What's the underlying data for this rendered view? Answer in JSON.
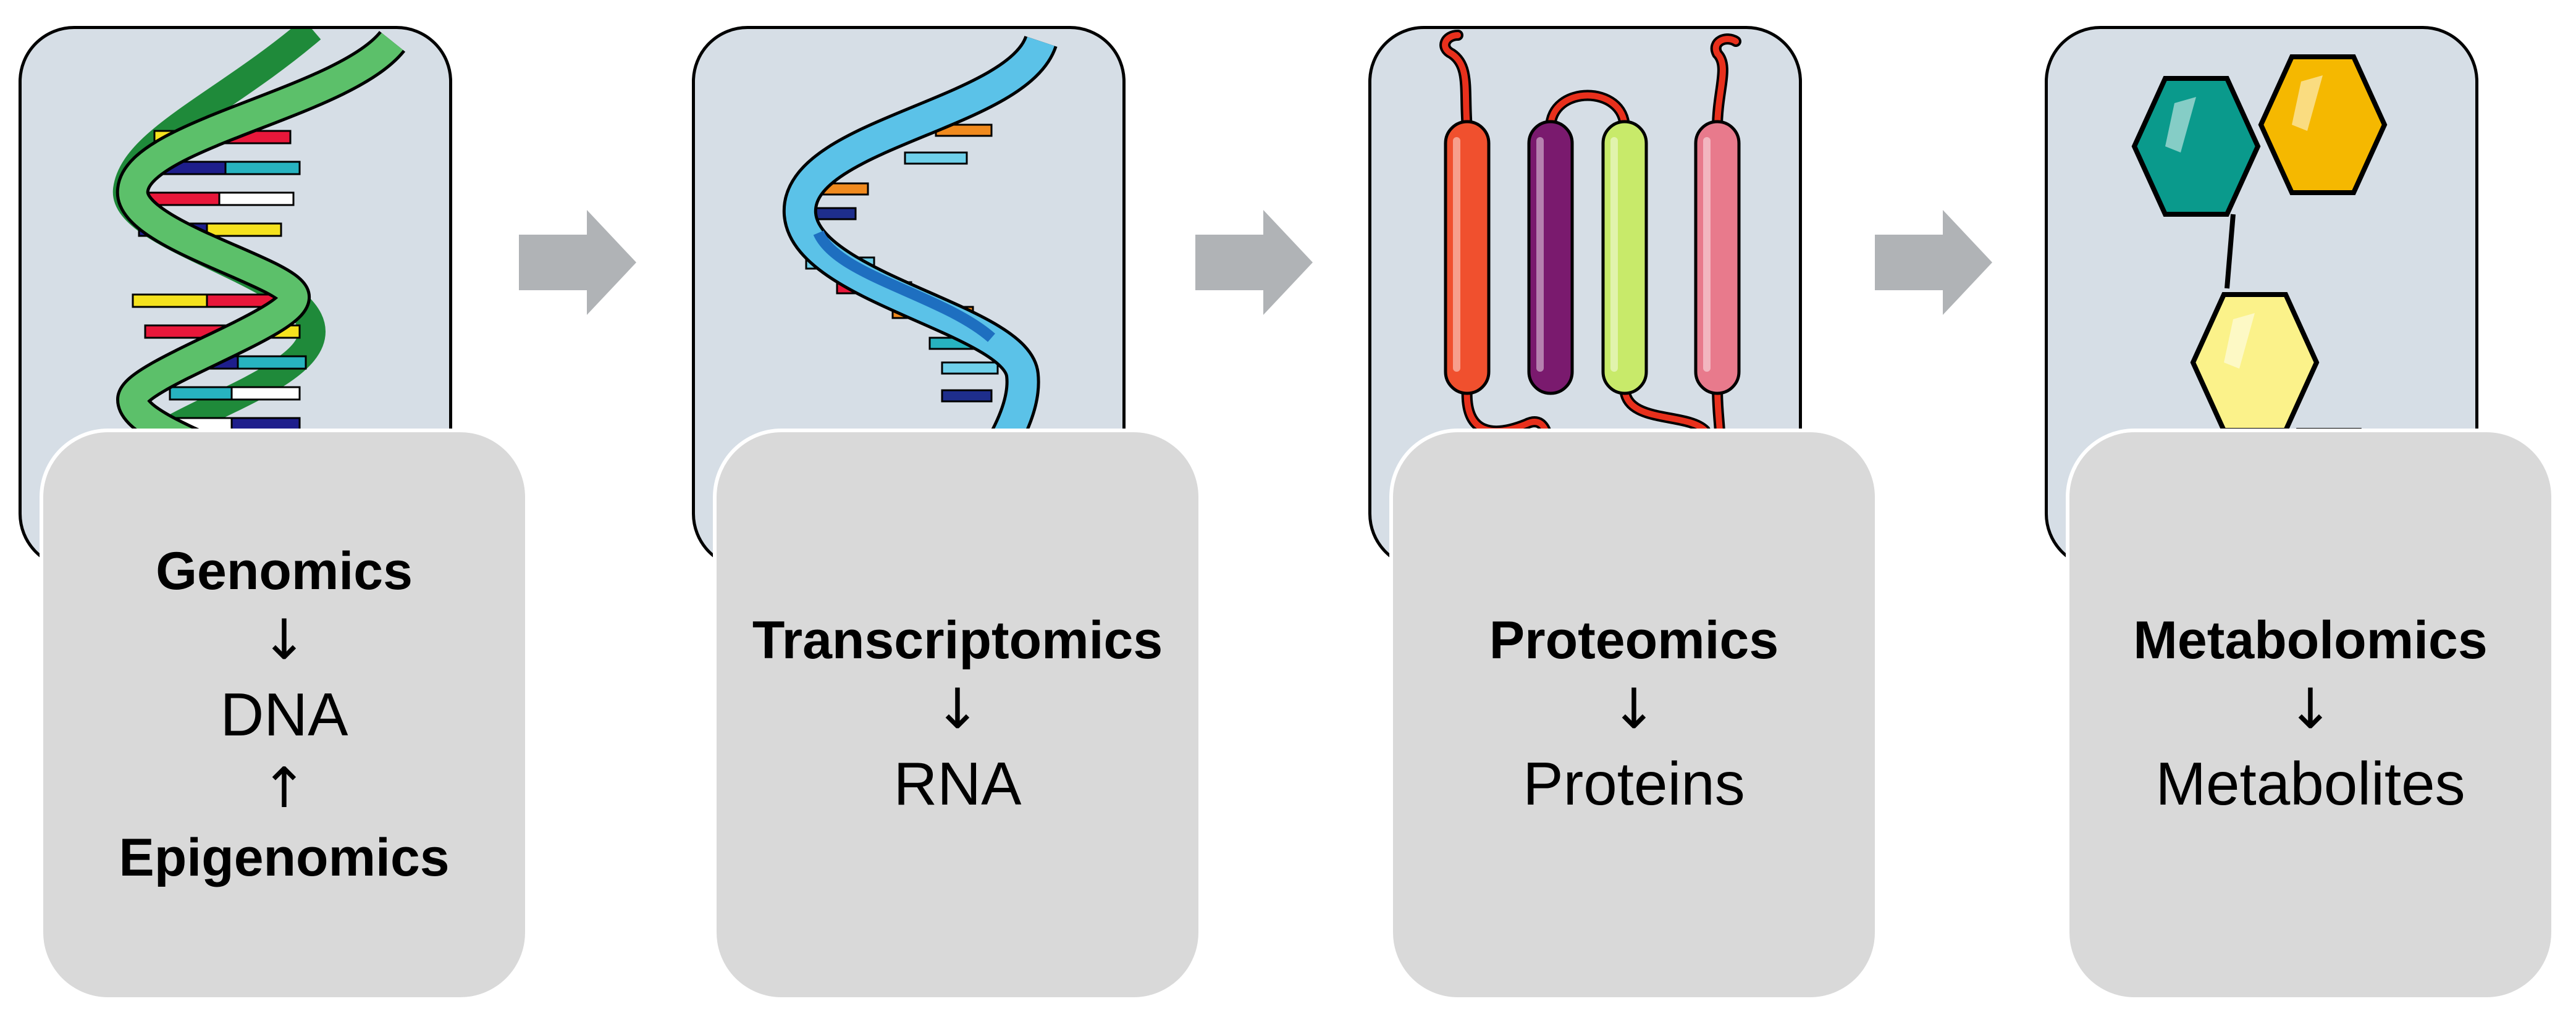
{
  "stages": [
    {
      "icon": "dna-helix-icon",
      "top_label": "Genomics",
      "arrow_down": "↓",
      "molecule": "DNA",
      "arrow_up": "↑",
      "bottom_label": "Epigenomics"
    },
    {
      "icon": "rna-strand-icon",
      "top_label": "Transcriptomics",
      "arrow_down": "↓",
      "molecule": "RNA"
    },
    {
      "icon": "protein-helices-icon",
      "top_label": "Proteomics",
      "arrow_down": "↓",
      "molecule": "Proteins"
    },
    {
      "icon": "metabolite-rings-icon",
      "top_label": "Metabolomics",
      "arrow_down": "↓",
      "molecule": "Metabolites"
    }
  ],
  "colors": {
    "panel_background": "#d6dee6",
    "label_box": "#d9d9d9",
    "flow_arrow": "#b0b3b6",
    "dna_green": "#5cc06a",
    "rna_blue": "#5bc2e8",
    "protein_red": "#f0502e",
    "protein_purple": "#7a1a6e",
    "protein_lime": "#c8ea6a",
    "protein_pink": "#e87a8c",
    "hex_teal": "#0a9a8c",
    "hex_orange": "#f5b800",
    "hex_yellow": "#fbf28a",
    "hex_pink": "#f5a7b0"
  }
}
